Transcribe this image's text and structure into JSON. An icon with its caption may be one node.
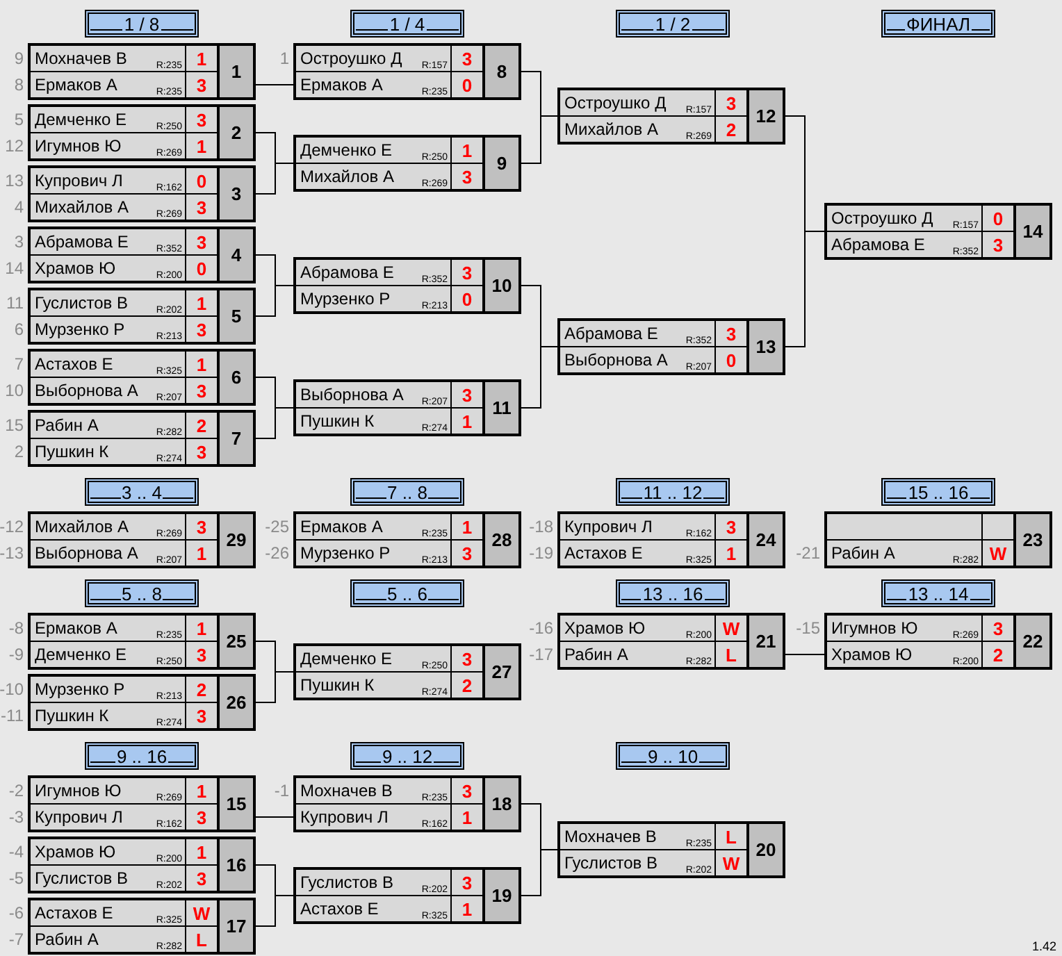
{
  "diagram": {
    "nodes": [
      {
        "text": [
          "1 / 8"
        ]
      },
      {
        "text": [
          "1"
        ]
      },
      {
        "text": [
          "Мохначев В",
          "R:235",
          "1"
        ],
        "in": 1,
        "beside": [
          "9"
        ]
      },
      {
        "text": [
          "Ермаков А",
          "R:235",
          "3"
        ],
        "in": 1,
        "beside": [
          "8"
        ]
      },
      {
        "text": [
          "2"
        ]
      },
      {
        "text": [
          "Демченко Е",
          "R:250",
          "3"
        ],
        "in": 4,
        "beside": [
          "5"
        ]
      },
      {
        "text": [
          "Игумнов Ю",
          "R:269",
          "1"
        ],
        "in": 4,
        "beside": [
          "12"
        ]
      },
      {
        "text": [
          "3"
        ]
      },
      {
        "text": [
          "Купрович Л",
          "R:162",
          "0"
        ],
        "in": 7,
        "beside": [
          "13"
        ]
      },
      {
        "text": [
          "Михайлов А",
          "R:269",
          "3"
        ],
        "in": 7,
        "beside": [
          "4"
        ]
      },
      {
        "text": [
          "4"
        ]
      },
      {
        "text": [
          "Абрамова Е",
          "R:352",
          "3"
        ],
        "in": 10,
        "beside": [
          "3"
        ]
      },
      {
        "text": [
          "Храмов Ю",
          "R:200",
          "0"
        ],
        "in": 10,
        "beside": [
          "14"
        ]
      },
      {
        "text": [
          "5"
        ]
      },
      {
        "text": [
          "Гуслистов В",
          "R:202",
          "1"
        ],
        "in": 13,
        "beside": [
          "11"
        ]
      },
      {
        "text": [
          "Мурзенко Р",
          "R:213",
          "3"
        ],
        "in": 13,
        "beside": [
          "6"
        ]
      },
      {
        "text": [
          "6"
        ]
      },
      {
        "text": [
          "Астахов Е",
          "R:325",
          "1"
        ],
        "in": 16,
        "beside": [
          "7"
        ]
      },
      {
        "text": [
          "Выборнова А",
          "R:207",
          "3"
        ],
        "in": 16,
        "beside": [
          "10"
        ]
      },
      {
        "text": [
          "7"
        ]
      },
      {
        "text": [
          "Рабин А",
          "R:282",
          "2"
        ],
        "in": 19,
        "beside": [
          "15"
        ]
      },
      {
        "text": [
          "Пушкин К",
          "R:274",
          "3"
        ],
        "in": 19,
        "beside": [
          "2"
        ]
      },
      {
        "text": [
          "1 / 4"
        ]
      },
      {
        "text": [
          "8"
        ]
      },
      {
        "text": [
          "Остроушко Д",
          "R:157",
          "3"
        ],
        "in": 23,
        "beside": [
          "1"
        ]
      },
      {
        "text": [
          "Ермаков А",
          "R:235",
          "0"
        ],
        "in": 23
      },
      {
        "text": [
          "9"
        ]
      },
      {
        "text": [
          "Демченко Е",
          "R:250",
          "1"
        ],
        "in": 26
      },
      {
        "text": [
          "Михайлов А",
          "R:269",
          "3"
        ],
        "in": 26
      },
      {
        "text": [
          "10"
        ]
      },
      {
        "text": [
          "Абрамова Е",
          "R:352",
          "3"
        ],
        "in": 29
      },
      {
        "text": [
          "Мурзенко Р",
          "R:213",
          "0"
        ],
        "in": 29
      },
      {
        "text": [
          "11"
        ]
      },
      {
        "text": [
          "Выборнова А",
          "R:207",
          "3"
        ],
        "in": 32
      },
      {
        "text": [
          "Пушкин К",
          "R:274",
          "1"
        ],
        "in": 32
      },
      {
        "text": [
          "1 / 2"
        ]
      },
      {
        "text": [
          "12"
        ]
      },
      {
        "text": [
          "Остроушко Д",
          "R:157",
          "3"
        ],
        "in": 36
      },
      {
        "text": [
          "Михайлов А",
          "R:269",
          "2"
        ],
        "in": 36
      },
      {
        "text": [
          "13"
        ]
      },
      {
        "text": [
          "Абрамова Е",
          "R:352",
          "3"
        ],
        "in": 39
      },
      {
        "text": [
          "Выборнова А",
          "R:207",
          "0"
        ],
        "in": 39
      },
      {
        "text": [
          "ФИНАЛ"
        ]
      },
      {
        "text": [
          "14"
        ]
      },
      {
        "text": [
          "Остроушко Д",
          "R:157",
          "0"
        ],
        "in": 43
      },
      {
        "text": [
          "Абрамова Е",
          "R:352",
          "3"
        ],
        "in": 43
      },
      {
        "text": [
          "3 .. 4"
        ]
      },
      {
        "text": [
          "29"
        ]
      },
      {
        "text": [
          "Михайлов А",
          "R:269",
          "3"
        ],
        "in": 47,
        "beside": [
          "-12"
        ]
      },
      {
        "text": [
          "Выборнова А",
          "R:207",
          "1"
        ],
        "in": 47,
        "beside": [
          "-13"
        ]
      },
      {
        "text": [
          "7 .. 8"
        ]
      },
      {
        "text": [
          "28"
        ]
      },
      {
        "text": [
          "Ермаков А",
          "R:235",
          "1"
        ],
        "in": 51,
        "beside": [
          "-25"
        ]
      },
      {
        "text": [
          "Мурзенко Р",
          "R:213",
          "3"
        ],
        "in": 51,
        "beside": [
          "-26"
        ]
      },
      {
        "text": [
          "11 .. 12"
        ]
      },
      {
        "text": [
          "24"
        ]
      },
      {
        "text": [
          "Купрович Л",
          "R:162",
          "3"
        ],
        "in": 55,
        "beside": [
          "-18"
        ]
      },
      {
        "text": [
          "Астахов Е",
          "R:325",
          "1"
        ],
        "in": 55,
        "beside": [
          "-19"
        ]
      },
      {
        "text": [
          "15 .. 16"
        ]
      },
      {
        "text": [
          "23"
        ]
      },
      {
        "text": [],
        "shape": "box",
        "in": 59
      },
      {
        "text": [
          "Рабин А",
          "R:282",
          "W"
        ],
        "in": 59,
        "beside": [
          "-21"
        ]
      },
      {
        "text": [
          "5 .. 8"
        ]
      },
      {
        "text": [
          "25"
        ]
      },
      {
        "text": [
          "Ермаков А",
          "R:235",
          "1"
        ],
        "in": 63,
        "beside": [
          "-8"
        ]
      },
      {
        "text": [
          "Демченко Е",
          "R:250",
          "3"
        ],
        "in": 63,
        "beside": [
          "-9"
        ]
      },
      {
        "text": [
          "26"
        ]
      },
      {
        "text": [
          "Мурзенко Р",
          "R:213",
          "2"
        ],
        "in": 66,
        "beside": [
          "-10"
        ]
      },
      {
        "text": [
          "Пушкин К",
          "R:274",
          "3"
        ],
        "in": 66,
        "beside": [
          "-11"
        ]
      },
      {
        "text": [
          "5 .. 6"
        ]
      },
      {
        "text": [
          "27"
        ]
      },
      {
        "text": [
          "Демченко Е",
          "R:250",
          "3"
        ],
        "in": 70
      },
      {
        "text": [
          "Пушкин К",
          "R:274",
          "2"
        ],
        "in": 70
      },
      {
        "text": [
          "13 .. 16"
        ]
      },
      {
        "text": [
          "21"
        ]
      },
      {
        "text": [
          "Храмов Ю",
          "R:200",
          "W"
        ],
        "in": 74,
        "beside": [
          "-16"
        ]
      },
      {
        "text": [
          "Рабин А",
          "R:282",
          "L"
        ],
        "in": 74,
        "beside": [
          "-17"
        ]
      },
      {
        "text": [
          "13 .. 14"
        ]
      },
      {
        "text": [
          "22"
        ]
      },
      {
        "text": [
          "Игумнов Ю",
          "R:269",
          "3"
        ],
        "in": 78,
        "beside": [
          "-15"
        ]
      },
      {
        "text": [
          "Храмов Ю",
          "R:200",
          "2"
        ],
        "in": 78
      },
      {
        "text": [
          "9 .. 16"
        ]
      },
      {
        "text": [
          "15"
        ]
      },
      {
        "text": [
          "Игумнов Ю",
          "R:269",
          "1"
        ],
        "in": 82,
        "beside": [
          "-2"
        ]
      },
      {
        "text": [
          "Купрович Л",
          "R:162",
          "3"
        ],
        "in": 82,
        "beside": [
          "-3"
        ]
      },
      {
        "text": [
          "16"
        ]
      },
      {
        "text": [
          "Храмов Ю",
          "R:200",
          "1"
        ],
        "in": 85,
        "beside": [
          "-4"
        ]
      },
      {
        "text": [
          "Гуслистов В",
          "R:202",
          "3"
        ],
        "in": 85,
        "beside": [
          "-5"
        ]
      },
      {
        "text": [
          "17"
        ]
      },
      {
        "text": [
          "Астахов Е",
          "R:325",
          "W"
        ],
        "in": 88,
        "beside": [
          "-6"
        ]
      },
      {
        "text": [
          "Рабин А",
          "R:282",
          "L"
        ],
        "in": 88,
        "beside": [
          "-7"
        ]
      },
      {
        "text": [
          "9 .. 12"
        ]
      },
      {
        "text": [
          "18"
        ]
      },
      {
        "text": [
          "Мохначев В",
          "R:235",
          "3"
        ],
        "in": 92,
        "beside": [
          "-1"
        ]
      },
      {
        "text": [
          "Купрович Л",
          "R:162",
          "1"
        ],
        "in": 92
      },
      {
        "text": [
          "19"
        ]
      },
      {
        "text": [
          "Гуслистов В",
          "R:202",
          "3"
        ],
        "in": 95
      },
      {
        "text": [
          "Астахов Е",
          "R:325",
          "1"
        ],
        "in": 95
      },
      {
        "text": [
          "9 .. 10"
        ]
      },
      {
        "text": [
          "20"
        ]
      },
      {
        "text": [
          "Мохначев В",
          "R:235",
          "L"
        ],
        "in": 99
      },
      {
        "text": [
          "Гуслистов В",
          "R:202",
          "W"
        ],
        "in": 99
      }
    ],
    "edges": [
      {
        "from": 1,
        "to": 23,
        "arrow": "none"
      },
      {
        "from": 4,
        "to": 26,
        "arrow": "none"
      },
      {
        "from": 7,
        "to": 26,
        "arrow": "none"
      },
      {
        "from": 10,
        "to": 29,
        "arrow": "none"
      },
      {
        "from": 13,
        "to": 29,
        "arrow": "none"
      },
      {
        "from": 16,
        "to": 32,
        "arrow": "none"
      },
      {
        "from": 19,
        "to": 32,
        "arrow": "none"
      },
      {
        "from": 23,
        "to": 36,
        "arrow": "none"
      },
      {
        "from": 26,
        "to": 36,
        "arrow": "none"
      },
      {
        "from": 29,
        "to": 39,
        "arrow": "none"
      },
      {
        "from": 32,
        "to": 39,
        "arrow": "none"
      },
      {
        "from": 36,
        "to": 43,
        "arrow": "none"
      },
      {
        "from": 39,
        "to": 43,
        "arrow": "none"
      },
      {
        "from": 63,
        "to": 70,
        "arrow": "none"
      },
      {
        "from": 66,
        "to": 70,
        "arrow": "none"
      },
      {
        "from": 74,
        "to": 78,
        "arrow": "none"
      },
      {
        "from": 82,
        "to": 92,
        "arrow": "none"
      },
      {
        "from": 85,
        "to": 95,
        "arrow": "none"
      },
      {
        "from": 88,
        "to": 95,
        "arrow": "none"
      },
      {
        "from": 92,
        "to": 99,
        "arrow": "none"
      },
      {
        "from": 95,
        "to": 99,
        "arrow": "none"
      }
    ],
    "labels": [
      "1.42"
    ]
  }
}
